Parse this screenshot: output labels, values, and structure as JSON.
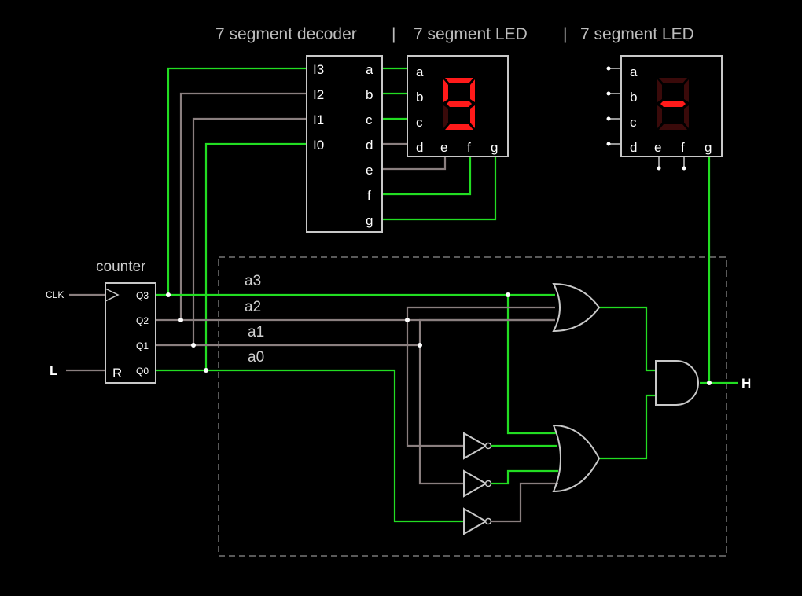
{
  "titles": {
    "decoder": "7 segment decoder",
    "sep1": "|",
    "led1": "7 segment LED",
    "sep2": "|",
    "led2": "7 segment LED"
  },
  "counter": {
    "title": "counter",
    "clk_label": "CLK",
    "reset_pin": "R",
    "outputs": [
      "Q3",
      "Q2",
      "Q1",
      "Q0"
    ]
  },
  "inputs": {
    "reset": "L"
  },
  "decoder": {
    "inputs": [
      "I3",
      "I2",
      "I1",
      "I0"
    ],
    "outputs": [
      "a",
      "b",
      "c",
      "d",
      "e",
      "f",
      "g"
    ]
  },
  "led1": {
    "pins": [
      "a",
      "b",
      "c",
      "d",
      "e",
      "f",
      "g"
    ],
    "digit_shown": "9",
    "segments_on": [
      "a",
      "b",
      "c",
      "f",
      "g",
      "d"
    ]
  },
  "led2": {
    "pins": [
      "a",
      "b",
      "c",
      "d",
      "e",
      "f",
      "g"
    ],
    "segments_on": [
      "g"
    ]
  },
  "signals": [
    "a3",
    "a2",
    "a1",
    "a0"
  ],
  "output": "H",
  "colors": {
    "active_wire": "#22dd22",
    "inactive_wire": "#8a7f7f",
    "segment_on": "#ff1a1a"
  }
}
